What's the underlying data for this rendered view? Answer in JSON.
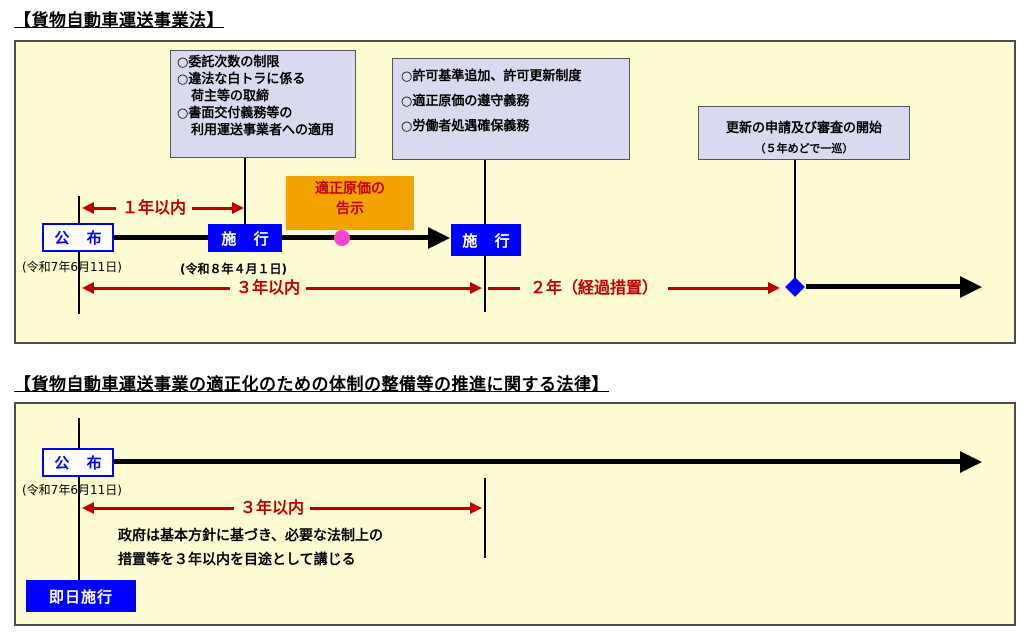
{
  "section1": {
    "heading": "【貨物自動車運送事業法】",
    "promulgation": {
      "label": "公 布",
      "date": "(令和7年6月11日)"
    },
    "enforcement1": {
      "label": "施 行",
      "date": "(令和８年４月１日)"
    },
    "enforcement2": {
      "label": "施 行"
    },
    "info_box1": {
      "lines": [
        "○委託次数の制限",
        "○違法な白トラに係る",
        "荷主等の取締",
        "○書面交付義務等の",
        "利用運送事業者への適用"
      ]
    },
    "info_box2": {
      "lines": [
        "○許可基準追加、許可更新制度",
        "○適正原価の遵守義務",
        "○労働者処遇確保義務"
      ]
    },
    "notice_box": {
      "line1": "適正原価の",
      "line2": "告示"
    },
    "renewal_box": {
      "line1": "更新の申請及び審査の開始",
      "line2": "（５年めどで一巡）"
    },
    "span_1year": "１年以内",
    "span_3years": "３年以内",
    "span_2years": "２年（経過措置）"
  },
  "section2": {
    "heading": "【貨物自動車運送事業の適正化のための体制の整備等の推進に関する法律】",
    "promulgation": {
      "label": "公 布",
      "date": "(令和7年6月11日)"
    },
    "span_3years": "３年以内",
    "description_line1": "政府は基本方針に基づき、必要な法制上の",
    "description_line2": "措置等を３年以内を目途として講じる",
    "immediate": "即日施行"
  }
}
